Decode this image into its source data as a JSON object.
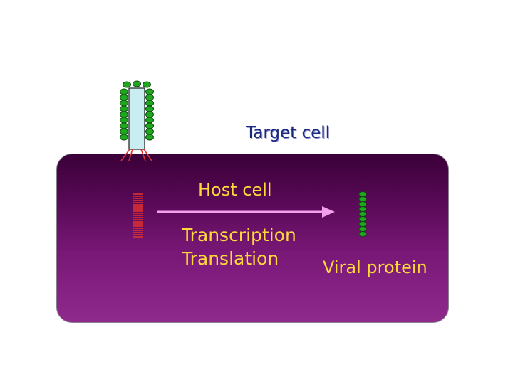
{
  "labels": {
    "target_cell": "Target cell",
    "host_cell": "Host cell",
    "transcription": "Transcription",
    "translation": "Translation",
    "viral_protein": "Viral protein"
  },
  "colors": {
    "cell_fill_top": "#3a0038",
    "cell_fill_bottom": "#8e2a8c",
    "label_yellow": "#ffd83a",
    "target_label_blue": "#1a2a80",
    "virus_body": "#c8eef2",
    "capsid_green": "#1fa81f",
    "tail_fiber_red": "#e03030",
    "arrow_pink": "#f3a0ec"
  },
  "icons": {
    "virus": "phage-virus-icon",
    "dna": "viral-dna-icon",
    "protein": "viral-protein-chain-icon",
    "arrow": "right-arrow-icon"
  }
}
